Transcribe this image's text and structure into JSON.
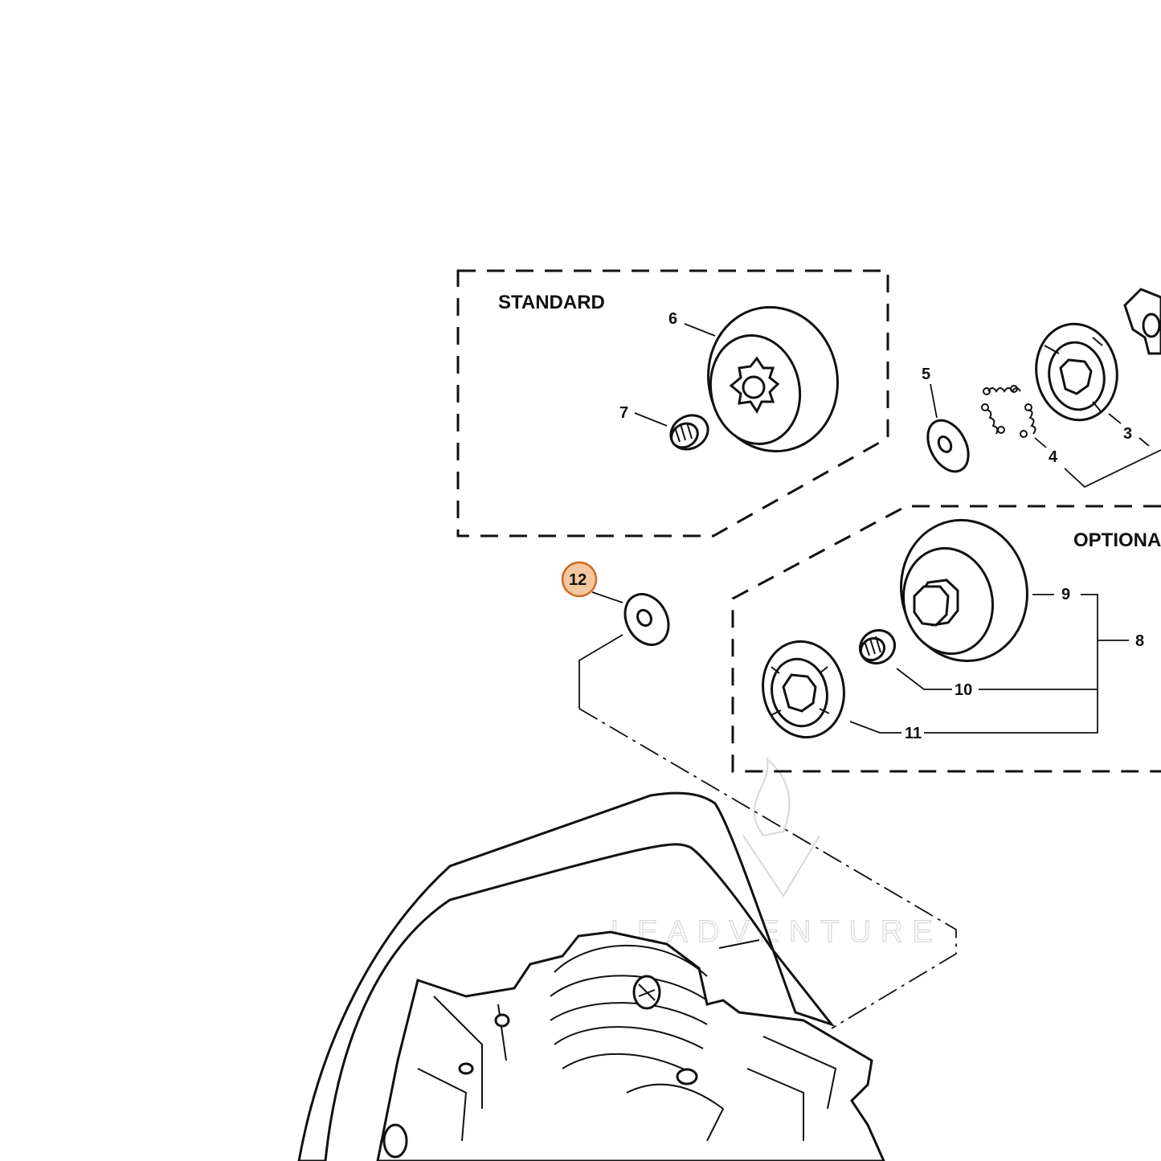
{
  "diagram": {
    "groups": {
      "standard": "STANDARD",
      "optional": "OPTIONAL"
    },
    "callouts": [
      {
        "id": "3",
        "text": "3"
      },
      {
        "id": "4",
        "text": "4"
      },
      {
        "id": "5",
        "text": "5"
      },
      {
        "id": "6",
        "text": "6"
      },
      {
        "id": "7",
        "text": "7"
      },
      {
        "id": "8",
        "text": "8"
      },
      {
        "id": "9",
        "text": "9"
      },
      {
        "id": "10",
        "text": "10"
      },
      {
        "id": "11",
        "text": "11"
      },
      {
        "id": "12",
        "text": "12"
      }
    ],
    "highlighted_callout": "12",
    "highlight_color": "#d2691e",
    "highlight_fill": "#f3c79f",
    "watermark": "LEADVENTURE"
  }
}
